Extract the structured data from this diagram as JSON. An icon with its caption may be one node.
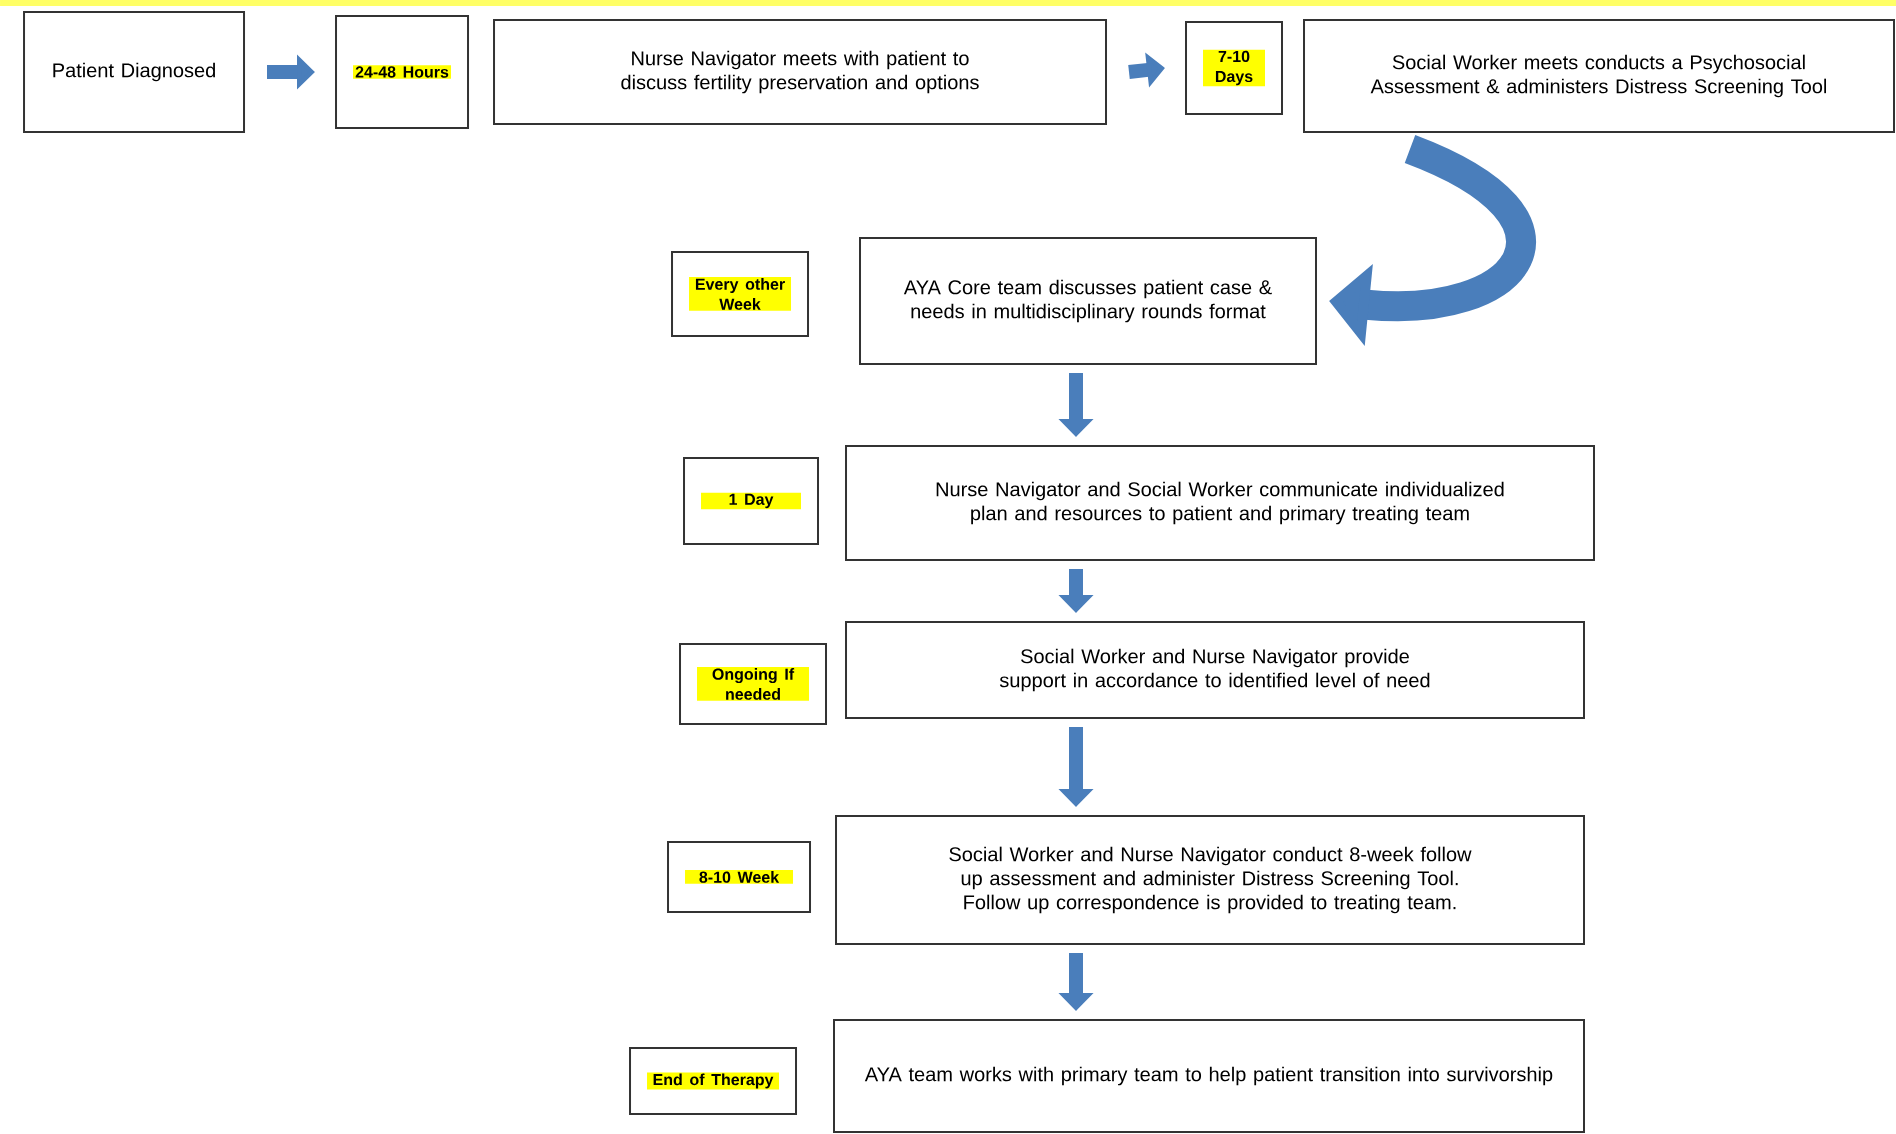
{
  "diagram": {
    "nodes": [
      {
        "text": [
          "Patient Diagnosed"
        ]
      },
      {
        "text": [
          "24-48 Hours"
        ]
      },
      {
        "text": [
          "Nurse Navigator meets with patient to discuss fertility preservation and options"
        ]
      },
      {
        "text": [
          "7-10 Days"
        ]
      },
      {
        "text": [
          "Social Worker meets conducts a Psychosocial Assessment & administers Distress Screening Tool"
        ]
      },
      {
        "text": [
          "Every other Week"
        ]
      },
      {
        "text": [
          "AYA Core team discusses patient case & needs in multidisciplinary rounds format"
        ]
      },
      {
        "text": [
          "1 Day"
        ]
      },
      {
        "text": [
          "Nurse Navigator and Social Worker communicate individualized plan and resources to patient and primary treating team"
        ]
      },
      {
        "text": [
          "Ongoing If needed"
        ]
      },
      {
        "text": [
          "Social Worker and Nurse Navigator provide support in accordance to identified level of need"
        ]
      },
      {
        "text": [
          "8-10 Week"
        ]
      },
      {
        "text": [
          "Social Worker and Nurse Navigator  conduct 8-week follow up assessment and administer Distress Screening Tool.  Follow up correspondence is provided to treating team."
        ]
      },
      {
        "text": [
          "End of Therapy"
        ]
      },
      {
        "text": [
          "AYA team works with primary team to help patient transition into survivorship"
        ]
      }
    ],
    "edges": [
      {
        "from": 0,
        "to": 1,
        "arrow": "to"
      },
      {
        "from": 2,
        "to": 3,
        "arrow": "to"
      },
      {
        "from": 4,
        "to": 6,
        "arrow": "to",
        "style": "thick"
      },
      {
        "from": 6,
        "to": 8,
        "arrow": "to"
      },
      {
        "from": 8,
        "to": 10,
        "arrow": "to"
      },
      {
        "from": 10,
        "to": 12,
        "arrow": "to"
      },
      {
        "from": 12,
        "to": 14,
        "arrow": "to"
      }
    ]
  }
}
